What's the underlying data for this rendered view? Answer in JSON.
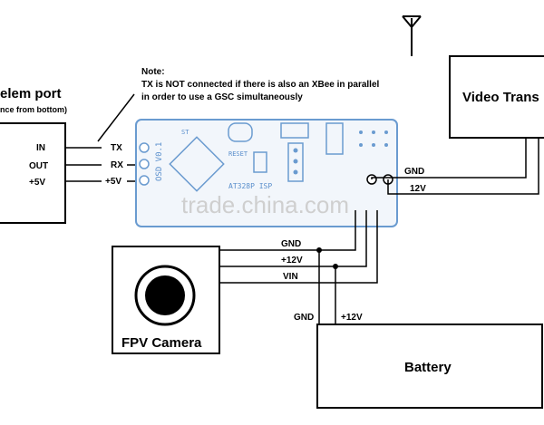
{
  "note": {
    "title": "Note:",
    "line1": "TX is NOT connected if there is also an XBee in parallel",
    "line2": "in order to use a GSC simultaneously"
  },
  "telemetry": {
    "title": "elem port",
    "subtitle": "nce from bottom)",
    "pins": [
      "IN",
      "OUT",
      "+5V"
    ]
  },
  "board": {
    "pins": [
      "TX",
      "RX",
      "+5V"
    ],
    "silkscreen": {
      "version": "OSD V0.1",
      "chip": "AT328P ISP",
      "reset": "RESET",
      "st": "ST"
    },
    "rail_labels": [
      "GND",
      "12V"
    ]
  },
  "video_tx": {
    "label": "Video Trans"
  },
  "camera": {
    "label": "FPV Camera"
  },
  "battery": {
    "label": "Battery"
  },
  "wires": {
    "camera_gnd": "GND",
    "camera_12v": "+12V",
    "camera_vin": "VIN",
    "battery_gnd": "GND",
    "battery_12v": "+12V"
  },
  "watermark": "trade.china.com",
  "colors": {
    "line": "#000000",
    "board_outline": "#6a9bd0",
    "board_fill": "#f2f6fb"
  }
}
